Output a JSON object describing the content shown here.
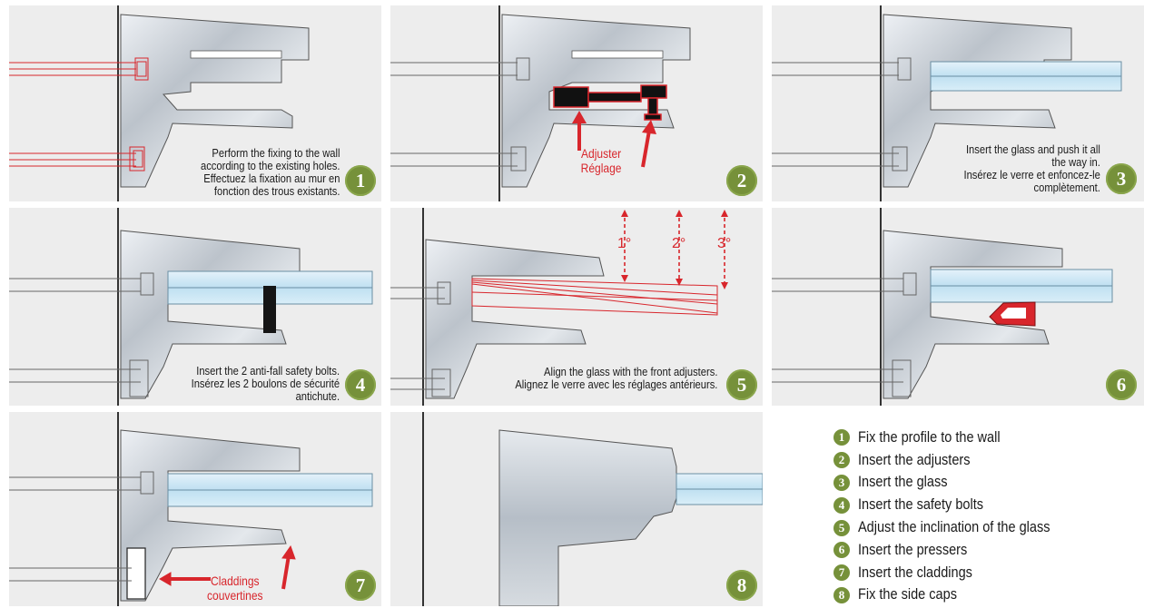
{
  "colors": {
    "accent_green": "#76913a",
    "highlight_red": "#d8262c",
    "glass_blue": "#cfe6f3",
    "panel_bg": "#ededed"
  },
  "steps": [
    {
      "number": "1",
      "caption_lines": [
        "Perform the fixing to the wall",
        "according to the existing holes.",
        "Effectuez la fixation au mur en",
        "fonction des trous existants."
      ]
    },
    {
      "number": "2",
      "caption_lines": [],
      "callout_lines": [
        "Adjuster",
        "Réglage"
      ]
    },
    {
      "number": "3",
      "caption_lines": [
        "Insert the glass and push it all",
        "the way in.",
        "Insérez le verre et enfoncez-le",
        "complètement."
      ]
    },
    {
      "number": "4",
      "caption_lines": [
        "Insert the 2 anti-fall safety bolts.",
        "Insérez les 2 boulons de sécurité",
        "antichute."
      ]
    },
    {
      "number": "5",
      "caption_lines": [
        "Align the glass with the front adjusters.",
        "Alignez le verre avec les réglages antérieurs."
      ],
      "angles": [
        "1°",
        "2°",
        "3°"
      ]
    },
    {
      "number": "6",
      "caption_lines": []
    },
    {
      "number": "7",
      "caption_lines": [],
      "callout_lines": [
        "Claddings",
        "couvertines"
      ]
    },
    {
      "number": "8",
      "caption_lines": []
    }
  ],
  "legend": [
    {
      "number": "1",
      "label": "Fix the profile to the wall"
    },
    {
      "number": "2",
      "label": "Insert the adjusters"
    },
    {
      "number": "3",
      "label": "Insert the glass"
    },
    {
      "number": "4",
      "label": "Insert the safety bolts"
    },
    {
      "number": "5",
      "label": "Adjust the inclination of the glass"
    },
    {
      "number": "6",
      "label": "Insert the pressers"
    },
    {
      "number": "7",
      "label": "Insert the claddings"
    },
    {
      "number": "8",
      "label": "Fix the side caps"
    }
  ]
}
